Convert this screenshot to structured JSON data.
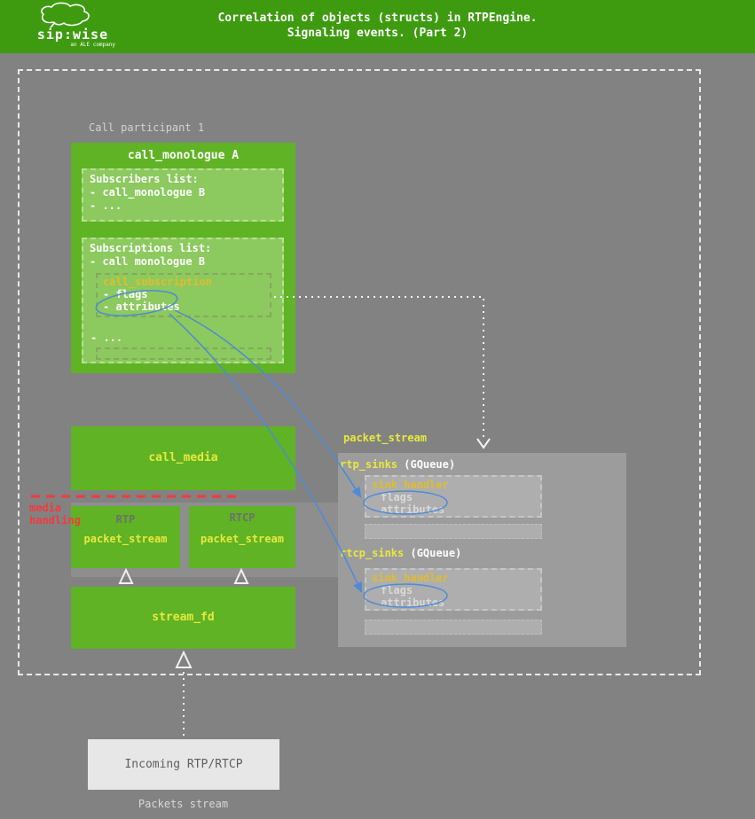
{
  "header": {
    "logo_text": "sip:wise",
    "logo_subtext": "an ALE company",
    "title_line1": "Correlation of objects (structs) in RTPEngine.",
    "title_line2": "Signaling events. (Part 2)"
  },
  "labels": {
    "call_participant": "Call participant 1",
    "media_line1": "media",
    "media_line2": "handling",
    "packets_stream": "Packets stream"
  },
  "monologue": {
    "title": "call_monologue A",
    "subscribers": {
      "title": "Subscribers list:",
      "item1": "- call_monologue B",
      "item2": "- ..."
    },
    "subscriptions": {
      "title": "Subscriptions list:",
      "item1": "- call monologue B",
      "sub": {
        "title": "call_subscription",
        "flags": "- flags",
        "attributes": "- attributes"
      },
      "ellipsis": "- ..."
    }
  },
  "media": {
    "title": "call_media"
  },
  "rtp": {
    "label": "RTP",
    "title": "packet_stream"
  },
  "rtcp": {
    "label": "RTCP",
    "title": "packet_stream"
  },
  "streamfd": {
    "title": "stream_fd"
  },
  "incoming": {
    "title": "Incoming RTP/RTCP"
  },
  "panel": {
    "label": "packet_stream",
    "rtp_sinks": {
      "name": "rtp_sinks",
      "type": " (GQueue)"
    },
    "rtcp_sinks": {
      "name": "rtcp_sinks",
      "type": " (GQueue)"
    },
    "handler1": {
      "title": "sink_handler",
      "flags": "flags",
      "attributes": "attributes"
    },
    "handler2": {
      "title": "sink_handler",
      "flags": "flags",
      "attributes": "attributes"
    }
  },
  "colors": {
    "header_green": "#3e9b10",
    "box_green": "#5fb324",
    "inner_green": "#8cc95e",
    "background_gray": "#828282",
    "panel_gray": "#9c9c9c",
    "handler_gray": "#aeaeae",
    "yellow": "#e8e83e",
    "gold": "#debd30",
    "red": "#f23b3b",
    "blue": "#4d8ad8",
    "white": "#fdfdfd"
  }
}
